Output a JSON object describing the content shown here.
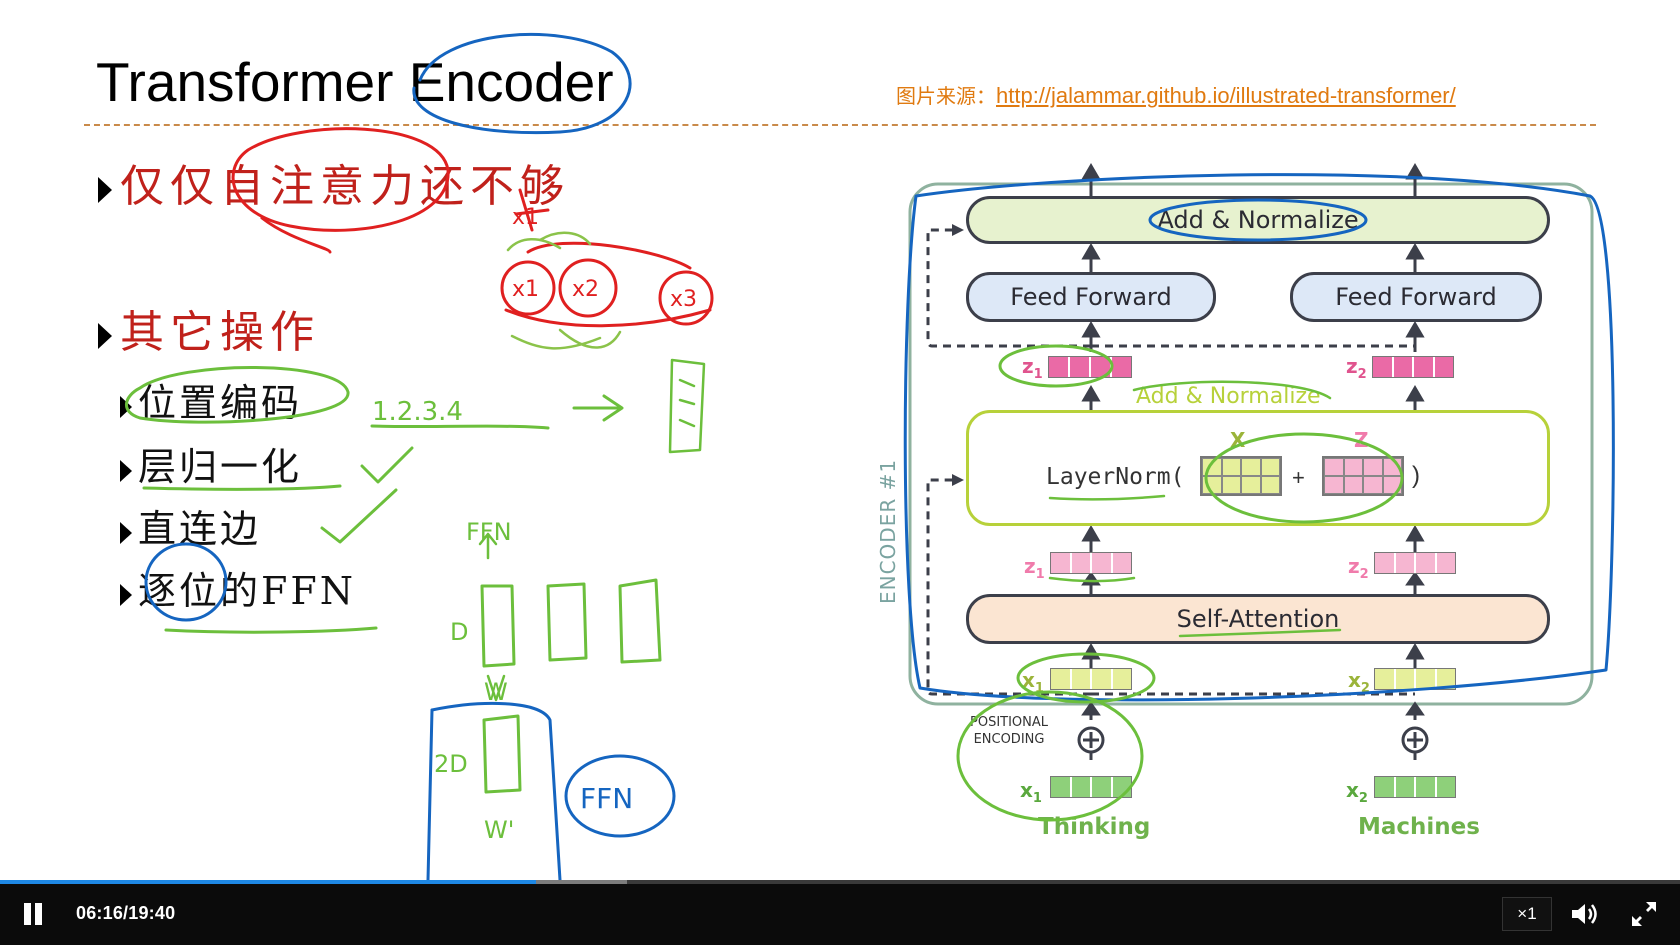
{
  "slide": {
    "title": "Transformer Encoder",
    "source_label": "图片来源：",
    "source_url": "http://jalammar.github.io/illustrated-transformer/",
    "bullets": [
      {
        "text": "仅仅自注意力还不够"
      },
      {
        "text": "其它操作"
      }
    ],
    "sub_bullets": [
      {
        "text": "位置编码"
      },
      {
        "text": "层归一化"
      },
      {
        "text": "直连边"
      },
      {
        "text": "逐位的FFN"
      }
    ]
  },
  "diagram": {
    "encoder_label": "ENCODER #1",
    "add_normalize_top": "Add & Normalize",
    "feed_forward_1": "Feed Forward",
    "feed_forward_2": "Feed Forward",
    "add_normalize_mid": "Add & Normalize",
    "layernorm": "LayerNorm(",
    "plus": "+",
    "rparen": ")",
    "x_mark": "X",
    "z_mark": "Z",
    "self_attention": "Self-Attention",
    "z1": "z",
    "z1_sub": "1",
    "z2": "z",
    "z2_sub": "2",
    "x1": "x",
    "x1_sub": "1",
    "x2": "x",
    "x2_sub": "2",
    "positional_encoding_1": "POSITIONAL",
    "positional_encoding_2": "ENCODING",
    "word_1": "Thinking",
    "word_2": "Machines",
    "colors": {
      "add_normalize": "#e7f2cf",
      "feed_forward": "#dde8f7",
      "self_attention": "#fbe5d2",
      "layernorm_border": "#b7d13a",
      "z_vector": "#ea6aa6",
      "x_vector": "#e6ef9b",
      "embedding_vector": "#8ed07a"
    }
  },
  "annotations": {
    "sequence": "1.2.3.4",
    "ffn_top": "FFN",
    "d_label": "D",
    "w_label": "W",
    "two_d_label": "2D",
    "w_prime_label": "W'",
    "ffn_circled": "FFN",
    "x1_note": "x1",
    "x1_circle": "x1",
    "x2_circle": "x2",
    "x3_circle": "x3"
  },
  "player": {
    "current_time": "06:16",
    "separator": "/",
    "duration": "19:40",
    "progress": 0.319,
    "buffered": 0.373,
    "speed": "×1",
    "colors": {
      "progress": "#1e88e5",
      "bar": "#0b0b0b"
    }
  }
}
